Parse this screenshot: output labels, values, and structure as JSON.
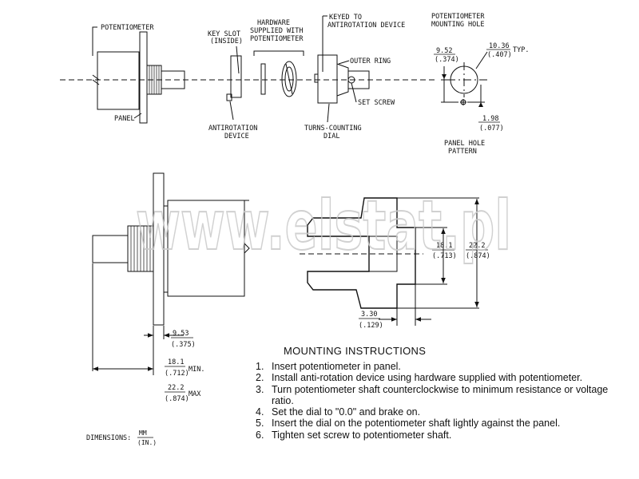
{
  "labels": {
    "potentiometer": "POTENTIOMETER",
    "panel": "PANEL",
    "key_slot_l1": "KEY SLOT",
    "key_slot_l2": "(INSIDE)",
    "hardware_l1": "HARDWARE",
    "hardware_l2": "SUPPLIED WITH",
    "hardware_l3": "POTENTIOMETER",
    "keyed_l1": "KEYED TO",
    "keyed_l2": "ANTIROTATION DEVICE",
    "outer_ring": "OUTER RING",
    "set_screw": "SET SCREW",
    "antirotation_l1": "ANTIROTATION",
    "antirotation_l2": "DEVICE",
    "turns_dial_l1": "TURNS-COUNTING",
    "turns_dial_l2": "DIAL",
    "mount_hole_l1": "POTENTIOMETER",
    "mount_hole_l2": "MOUNTING HOLE",
    "hole_pattern_l1": "PANEL HOLE",
    "hole_pattern_l2": "PATTERN",
    "typ": "TYP.",
    "min": "MIN.",
    "max": "MAX",
    "dimensions": "DIMENSIONS:"
  },
  "dimensions": {
    "hole_left_mm": "9.52",
    "hole_left_in": "(.374)",
    "hole_top_mm": "10.36",
    "hole_top_in": "(.407)",
    "hole_bottom_mm": "1.98",
    "hole_bottom_in": "(.077)",
    "shaft_mm": "9.53",
    "shaft_in": "(.375)",
    "min_mm": "18.1",
    "min_in": "(.712)",
    "max_mm": "22.2",
    "max_in": "(.874)",
    "dial_inner_mm": "18.1",
    "dial_inner_in": "(.713)",
    "dial_outer_mm": "22.2",
    "dial_outer_in": "(.874)",
    "dial_gap_mm": "3.30",
    "dial_gap_in": "(.129)",
    "unit_top": "MM",
    "unit_bottom": "(IN.)"
  },
  "watermark": "www.elstat.pl",
  "instructions": {
    "title": "MOUNTING INSTRUCTIONS",
    "steps": [
      {
        "num": "1.",
        "text": "Insert potentiometer in panel."
      },
      {
        "num": "2.",
        "text": "Install anti-rotation device using hardware supplied with potentiometer."
      },
      {
        "num": "3.",
        "text": "Turn potentiometer shaft counterclockwise to minimum resistance or voltage ratio."
      },
      {
        "num": "4.",
        "text": "Set the dial to \"0.0\" and brake on."
      },
      {
        "num": "5.",
        "text": "Insert the dial on the potentiometer shaft lightly against the panel."
      },
      {
        "num": "6.",
        "text": "Tighten set screw to potentiometer shaft."
      }
    ]
  }
}
